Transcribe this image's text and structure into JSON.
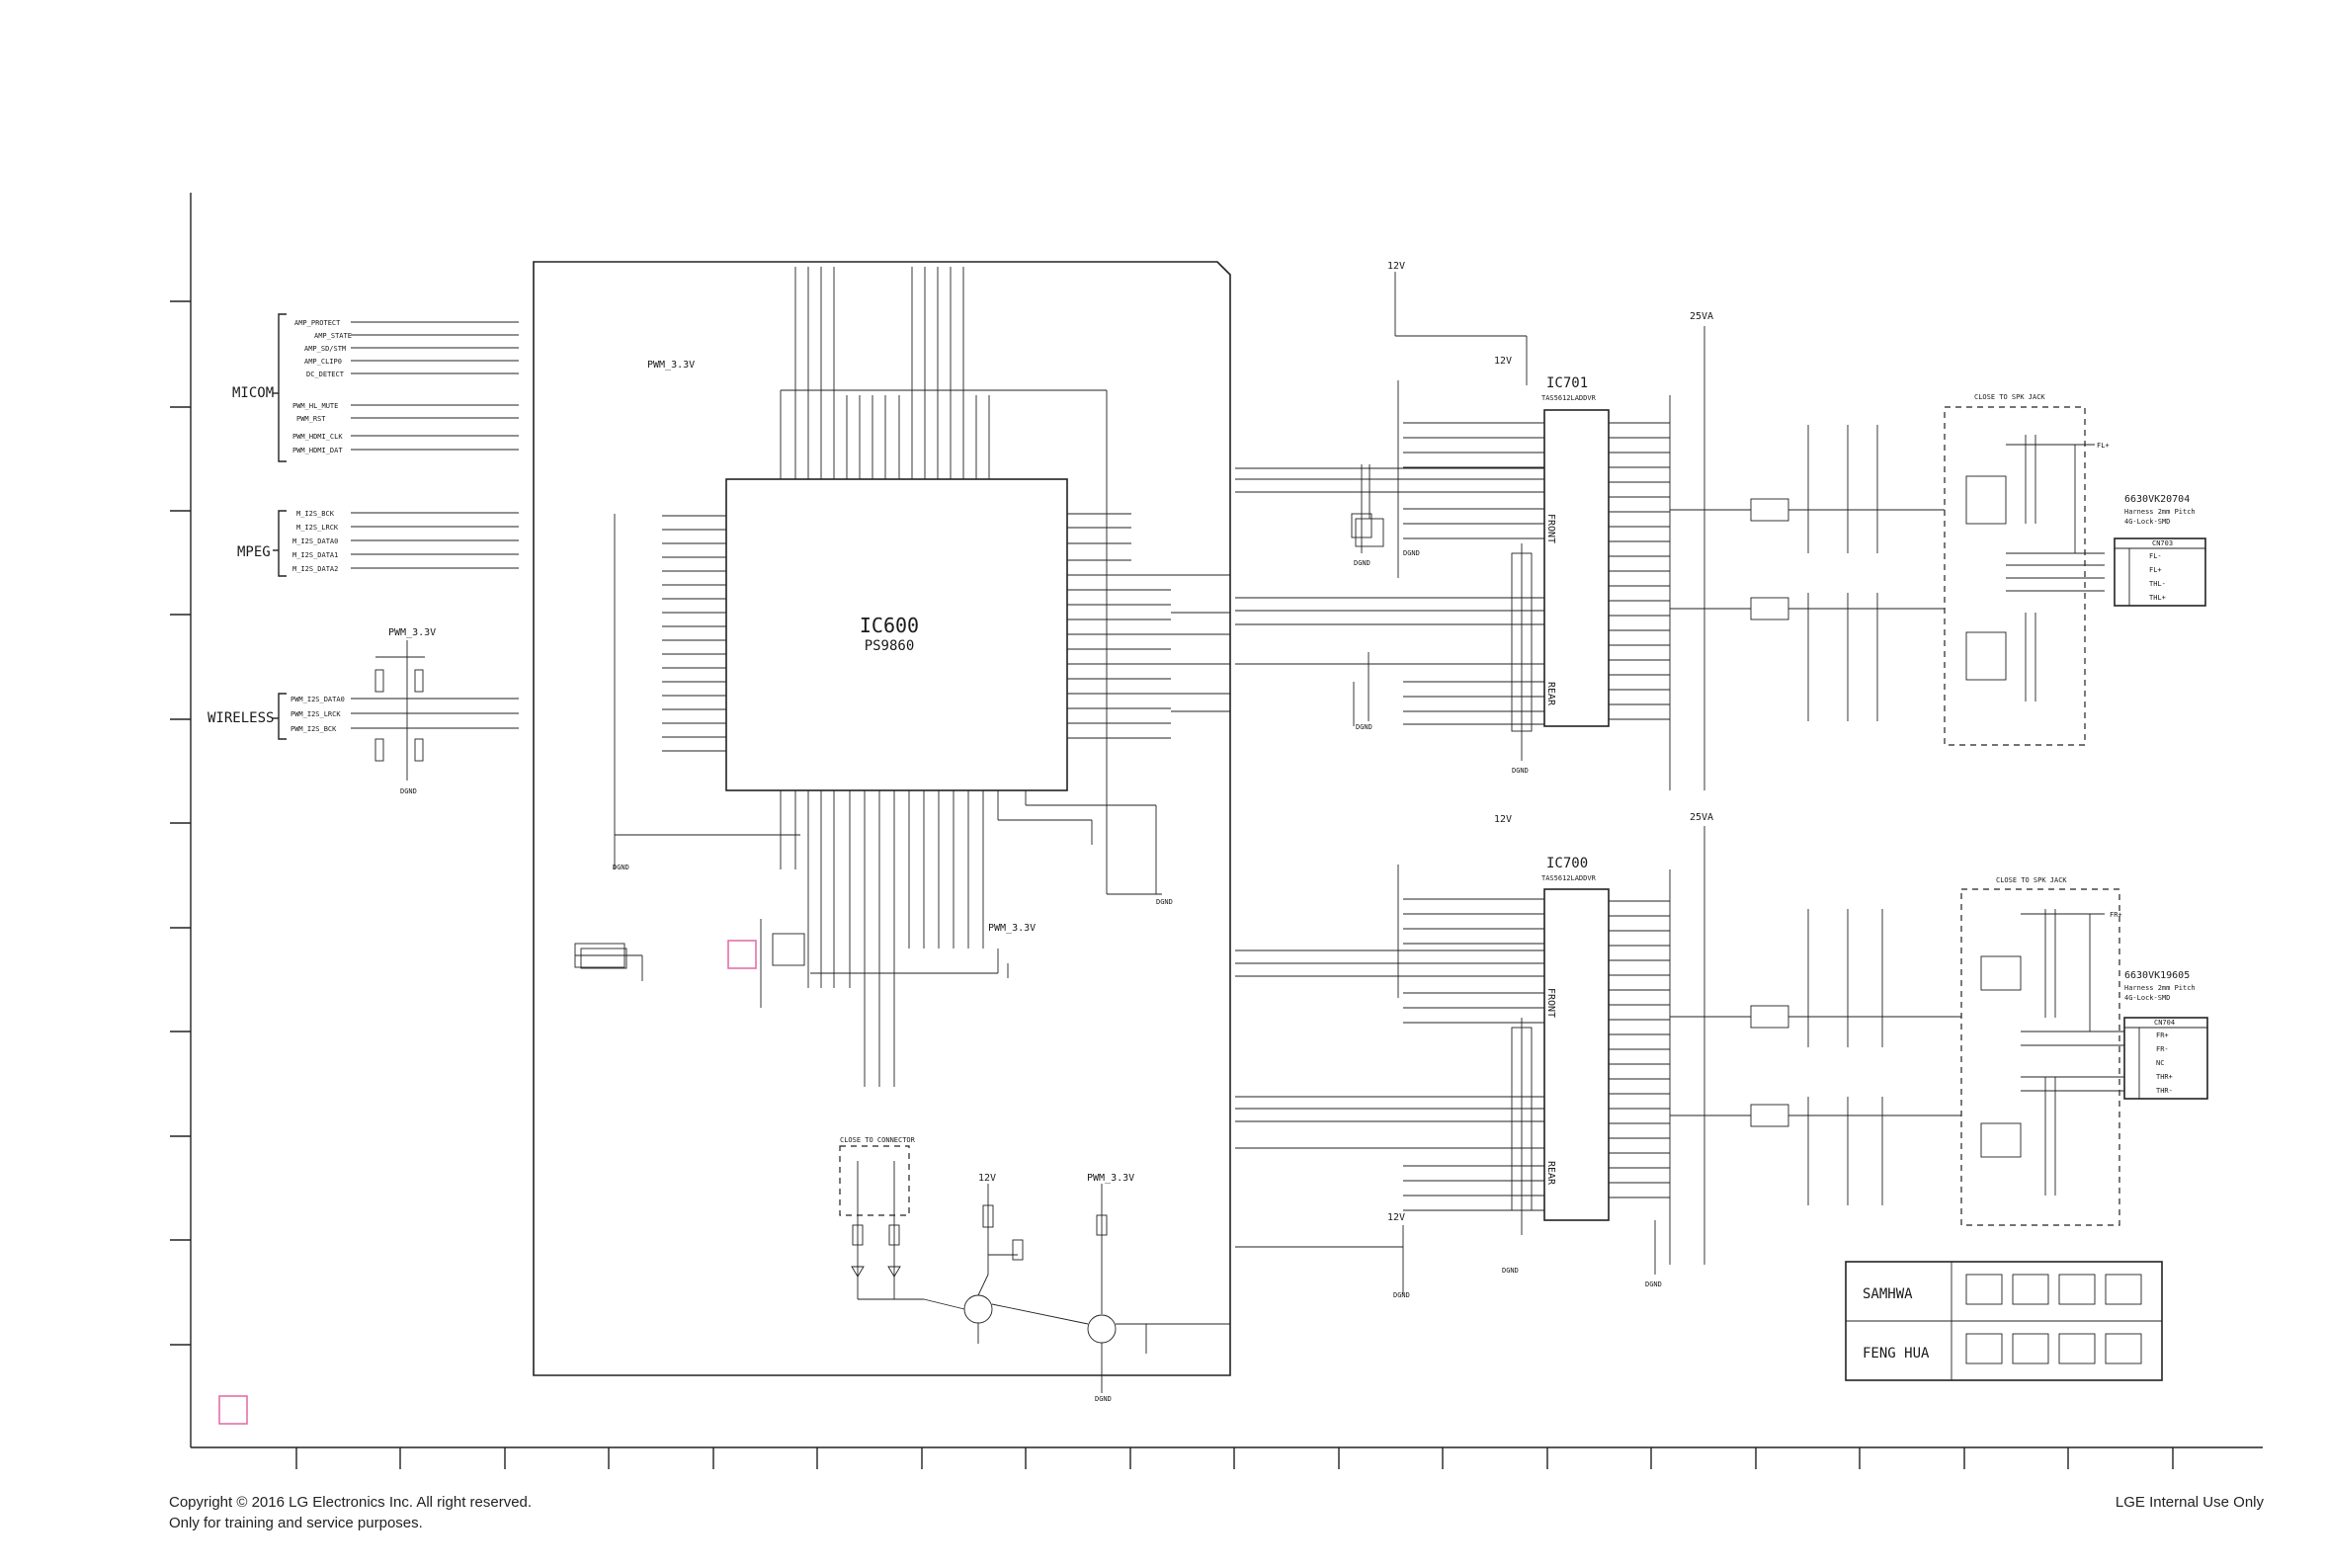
{
  "copyright_line1": "Copyright © 2016 LG Electronics Inc. All right reserved.",
  "copyright_line2": "Only for training and service purposes.",
  "internal_use": "LGE Internal Use Only",
  "blocks": {
    "micom": "MICOM",
    "mpeg": "MPEG",
    "wireless": "WIRELESS"
  },
  "micom_signals": [
    "AMP_PROTECT",
    "AMP_STATE",
    "AMP_SD/STM",
    "AMP_CLIP0",
    "DC_DETECT",
    "PWM_HL_MUTE",
    "PWM_RST",
    "PWM_HDMI_CLK",
    "PWM_HDMI_DAT"
  ],
  "mpeg_signals": [
    "M_I2S_BCK",
    "M_I2S_LRCK",
    "M_I2S_DATA0",
    "M_I2S_DATA1",
    "M_I2S_DATA2"
  ],
  "wireless_signals": [
    "PWM_I2S_DATA0",
    "PWM_I2S_LRCK",
    "PWM_I2S_BCK"
  ],
  "ic600": {
    "ref": "IC600",
    "part": "PS9860"
  },
  "ic701": {
    "ref": "IC701",
    "part": "TAS5612LADDVR"
  },
  "ic700": {
    "ref": "IC700",
    "part": "TAS5612LADDVR"
  },
  "rails": {
    "pwm33": "PWM_3.3V",
    "v12": "12V",
    "v25": "25VA"
  },
  "connectors": {
    "top": {
      "part": "6630VK20704",
      "desc1": "Harness 2mm Pitch",
      "desc2": "4G-Lock-SMD",
      "ref": "CN703",
      "pins": [
        "FL-",
        "FL+",
        "THL-",
        "THL+"
      ]
    },
    "bottom": {
      "part": "6630VK19605",
      "desc1": "Harness 2mm Pitch",
      "desc2": "4G-Lock-SMD",
      "ref": "CN704",
      "pins": [
        "FR+",
        "FR-",
        "NC",
        "THR+",
        "THR-"
      ]
    }
  },
  "notes": {
    "close_spk_jack": "CLOSE TO SPK JACK",
    "close_connector": "CLOSE TO CONNECTOR",
    "front": "FRONT",
    "rear": "REAR"
  },
  "vendors": {
    "samhwa": "SAMHWA",
    "feng_hua": "FENG HUA"
  },
  "ground": "DGND"
}
